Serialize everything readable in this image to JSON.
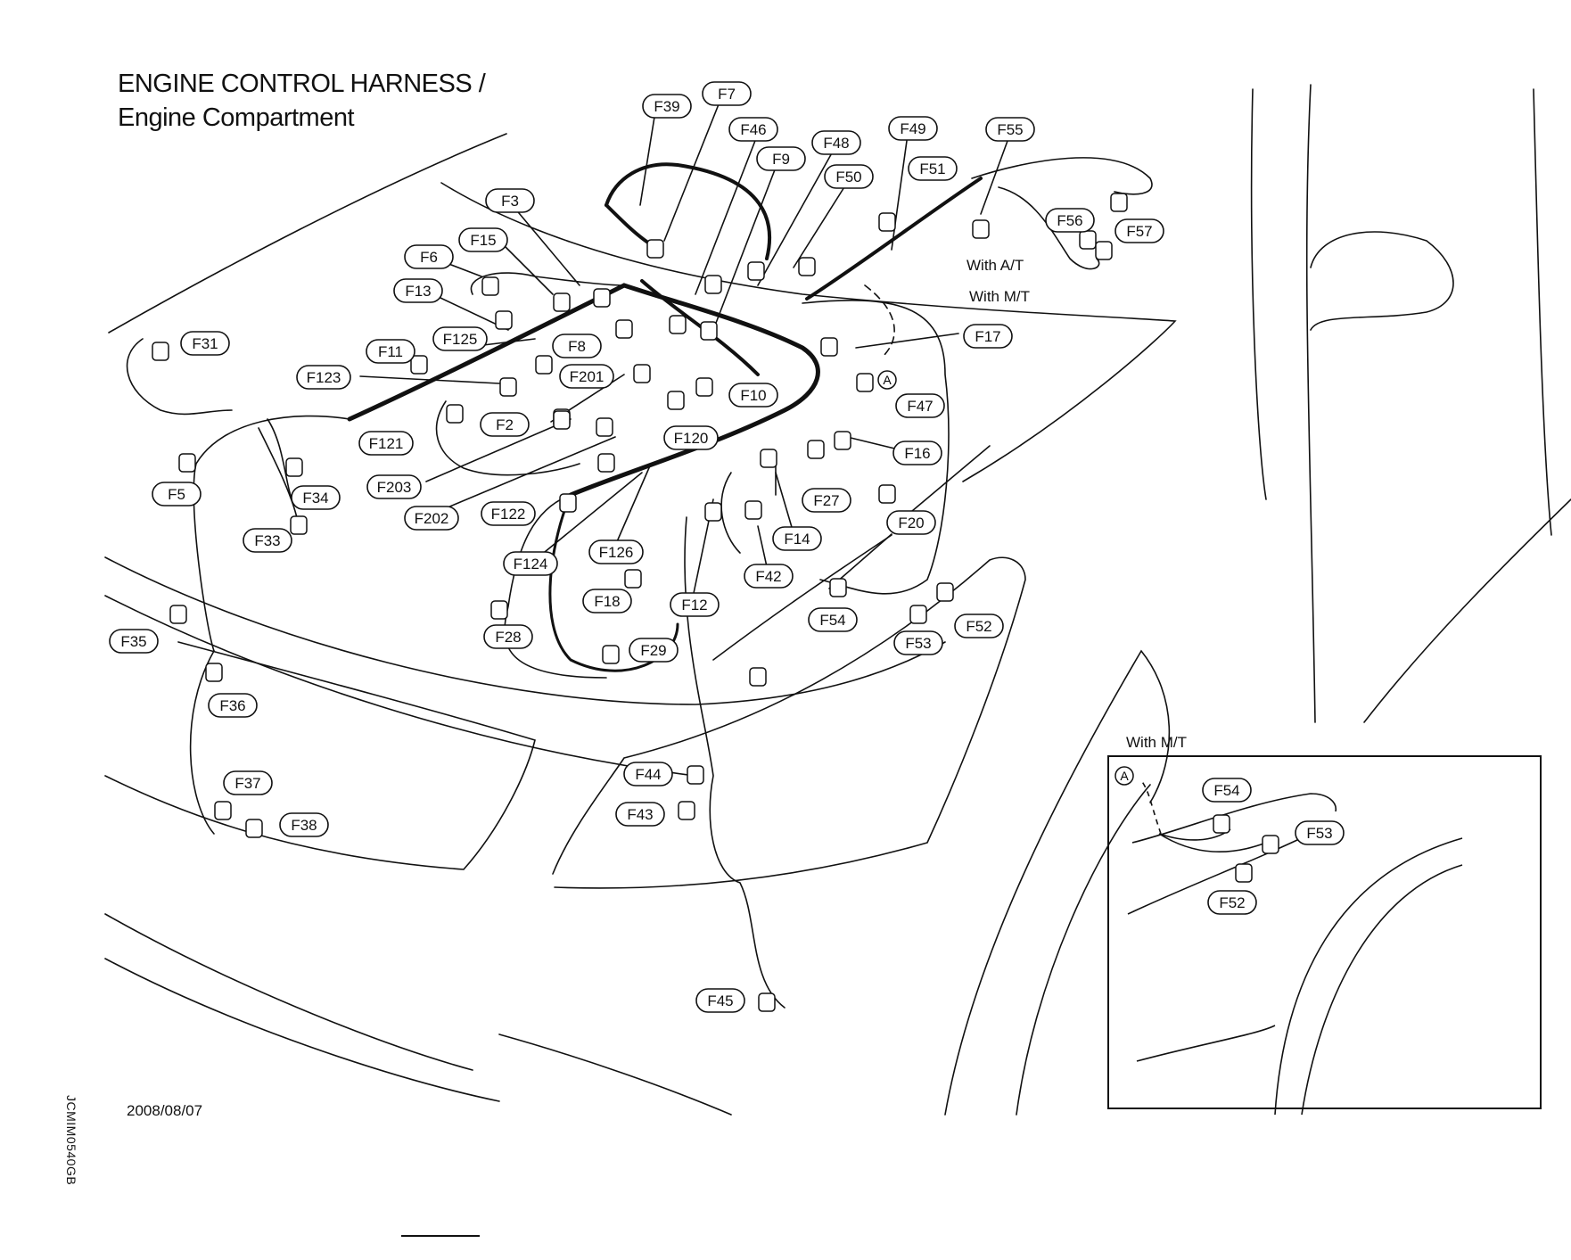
{
  "title": {
    "line1": "ENGINE CONTROL HARNESS /",
    "line2": "Engine Compartment"
  },
  "date": "2008/08/07",
  "drawing_code": "JCMIM0540GB",
  "notes": {
    "with_at": "With A/T",
    "with_mt": "With M/T",
    "inset_title": "With M/T"
  },
  "circle_marker": "A",
  "connectors": [
    "F39",
    "F7",
    "F46",
    "F9",
    "F48",
    "F50",
    "F49",
    "F51",
    "F55",
    "F56",
    "F57",
    "F3",
    "F15",
    "F6",
    "F13",
    "F11",
    "F125",
    "F8",
    "F201",
    "F123",
    "F2",
    "F121",
    "F10",
    "F120",
    "F17",
    "F47",
    "F16",
    "F27",
    "F14",
    "F20",
    "F5",
    "F34",
    "F33",
    "F31",
    "F203",
    "F202",
    "F122",
    "F124",
    "F126",
    "F18",
    "F12",
    "F42",
    "F28",
    "F29",
    "F54",
    "F53",
    "F52",
    "F35",
    "F36",
    "F37",
    "F38",
    "F44",
    "F43",
    "F45"
  ],
  "inset_connectors": [
    "F54",
    "F53",
    "F52"
  ]
}
